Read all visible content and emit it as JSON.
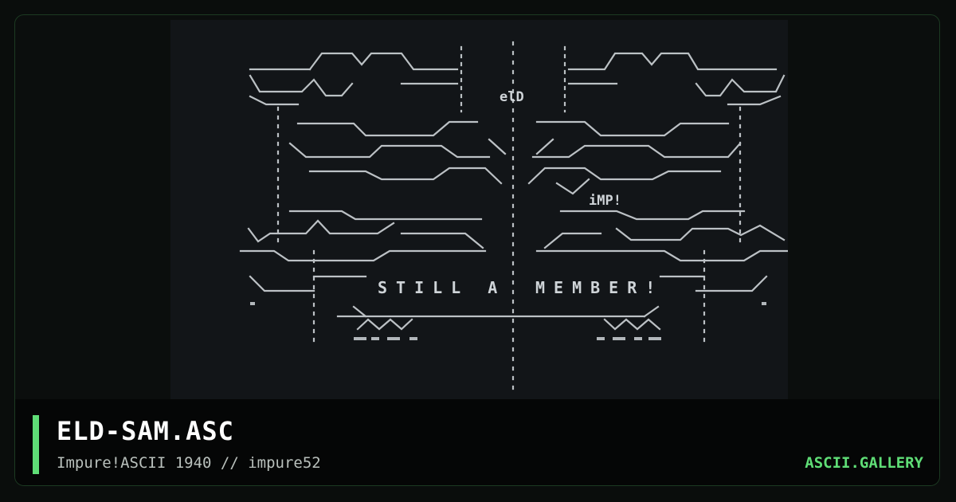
{
  "artwork": {
    "alt": "ELD-SAM.ASC",
    "tags": {
      "group_small": "elD",
      "group_mid": "iMP!"
    },
    "banner": {
      "left": "STILL A",
      "right": "MEMBER!"
    },
    "colors": {
      "background": "#121518",
      "glyph": "#cfd4d8"
    }
  },
  "footer": {
    "title": "ELD-SAM.ASC",
    "subtitle": "Impure!ASCII 1940 // impure52",
    "brand": "ASCII.GALLERY"
  },
  "colors": {
    "accent": "#5fdd76",
    "page_bg": "#0a0d0c",
    "footer_bg": "#050606",
    "frame_border": "#1c3a22"
  }
}
